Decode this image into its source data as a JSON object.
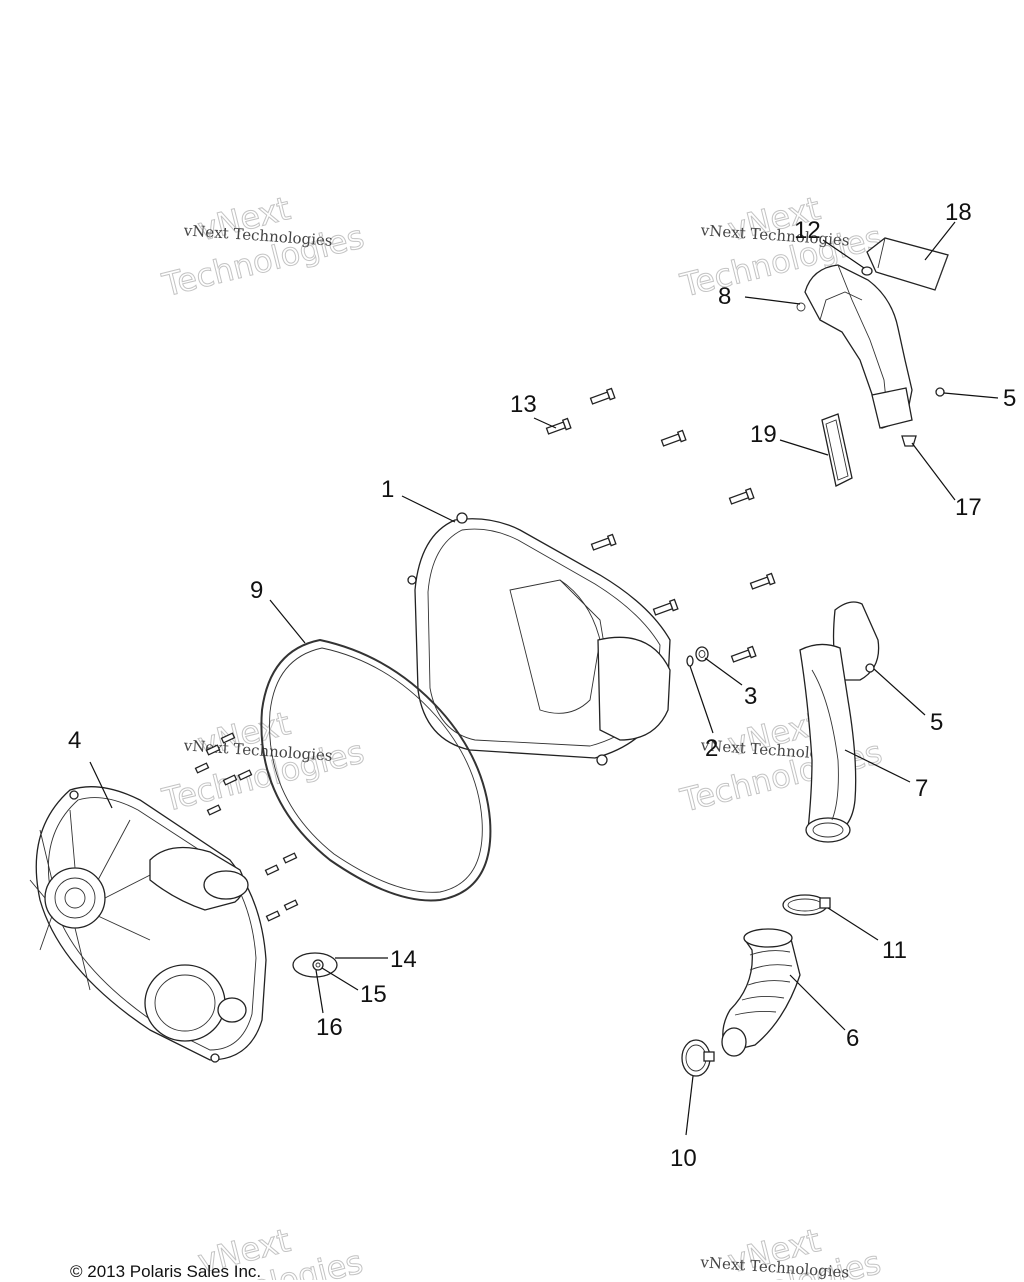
{
  "callouts": [
    {
      "label": "1"
    },
    {
      "label": "2"
    },
    {
      "label": "3"
    },
    {
      "label": "4"
    },
    {
      "label": "5"
    },
    {
      "label": "5"
    },
    {
      "label": "6"
    },
    {
      "label": "7"
    },
    {
      "label": "8"
    },
    {
      "label": "9"
    },
    {
      "label": "10"
    },
    {
      "label": "11"
    },
    {
      "label": "12"
    },
    {
      "label": "13"
    },
    {
      "label": "14"
    },
    {
      "label": "15"
    },
    {
      "label": "16"
    },
    {
      "label": "17"
    },
    {
      "label": "18"
    },
    {
      "label": "19"
    }
  ],
  "watermark": {
    "line1": "vNext Technologies",
    "big_top": "vNext",
    "big_bottom": "Technologies"
  },
  "copyright": "© 2013 Polaris Sales Inc."
}
